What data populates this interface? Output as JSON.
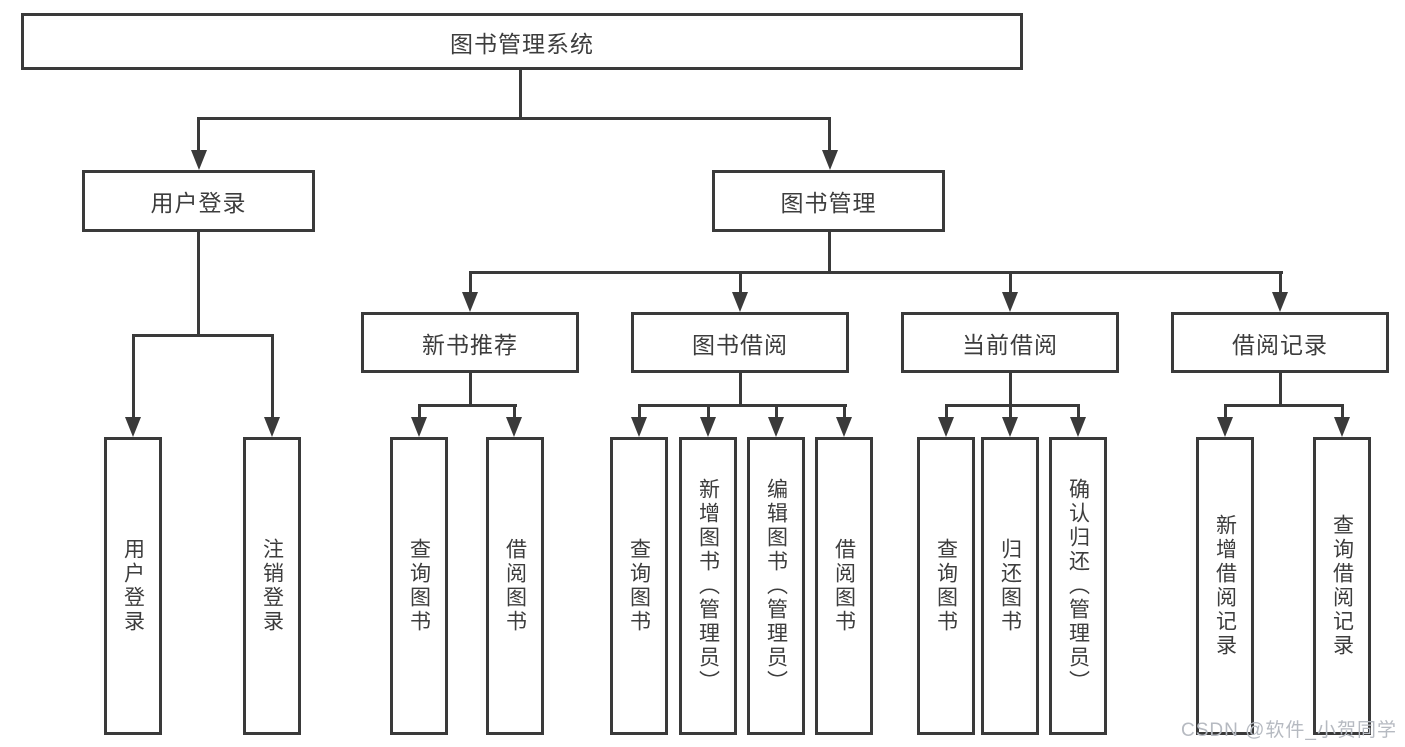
{
  "diagram": {
    "type": "hierarchy-flowchart",
    "nodes": {
      "root": "图书管理系统",
      "user_login": "用户登录",
      "book_management": "图书管理",
      "new_book_recommend": "新书推荐",
      "book_borrow": "图书借阅",
      "current_borrow": "当前借阅",
      "borrow_record": "借阅记录",
      "leaf_user_login": "用户登录",
      "leaf_logout": "注销登录",
      "leaf_nb_query_book": "查询图书",
      "leaf_nb_borrow_book": "借阅图书",
      "leaf_bb_query_book": "查询图书",
      "leaf_bb_add_book_admin": "新增图书（管理员）",
      "leaf_bb_edit_book_admin": "编辑图书（管理员）",
      "leaf_bb_borrow_book": "借阅图书",
      "leaf_cb_query_book": "查询图书",
      "leaf_cb_return_book": "归还图书",
      "leaf_cb_confirm_return_admin": "确认归还（管理员）",
      "leaf_br_add_record": "新增借阅记录",
      "leaf_br_query_record": "查询借阅记录"
    },
    "edges": [
      "root->user_login",
      "root->book_management",
      "user_login->leaf_user_login",
      "user_login->leaf_logout",
      "book_management->new_book_recommend",
      "book_management->book_borrow",
      "book_management->current_borrow",
      "book_management->borrow_record",
      "new_book_recommend->leaf_nb_query_book",
      "new_book_recommend->leaf_nb_borrow_book",
      "book_borrow->leaf_bb_query_book",
      "book_borrow->leaf_bb_add_book_admin",
      "book_borrow->leaf_bb_edit_book_admin",
      "book_borrow->leaf_bb_borrow_book",
      "current_borrow->leaf_cb_query_book",
      "current_borrow->leaf_cb_return_book",
      "current_borrow->leaf_cb_confirm_return_admin",
      "borrow_record->leaf_br_add_record",
      "borrow_record->leaf_br_query_record"
    ],
    "colors": {
      "line": "#3a3a3a",
      "box_border": "#3a3a3a",
      "box_fill": "#ffffff",
      "text": "#3d3d3d",
      "watermark_text": "#b6bac1",
      "background": "#ffffff"
    }
  },
  "watermark": "CSDN @软件_小贺同学"
}
